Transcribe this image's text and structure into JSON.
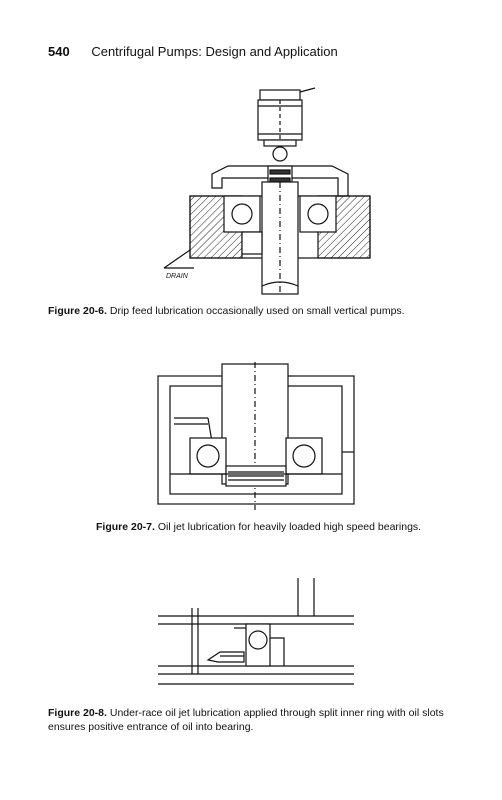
{
  "header": {
    "page_number": "540",
    "running_title": "Centrifugal Pumps: Design and Application"
  },
  "figures": [
    {
      "label": "Figure 20-6.",
      "caption": "Drip feed lubrication occasionally used on small vertical pumps.",
      "annotations": [
        "DRAIN"
      ]
    },
    {
      "label": "Figure 20-7.",
      "caption": "Oil jet lubrication for heavily loaded high speed bearings."
    },
    {
      "label": "Figure 20-8.",
      "caption": "Under-race oil jet lubrication applied through split inner ring with oil slots ensures positive entrance of oil into bearing."
    }
  ]
}
